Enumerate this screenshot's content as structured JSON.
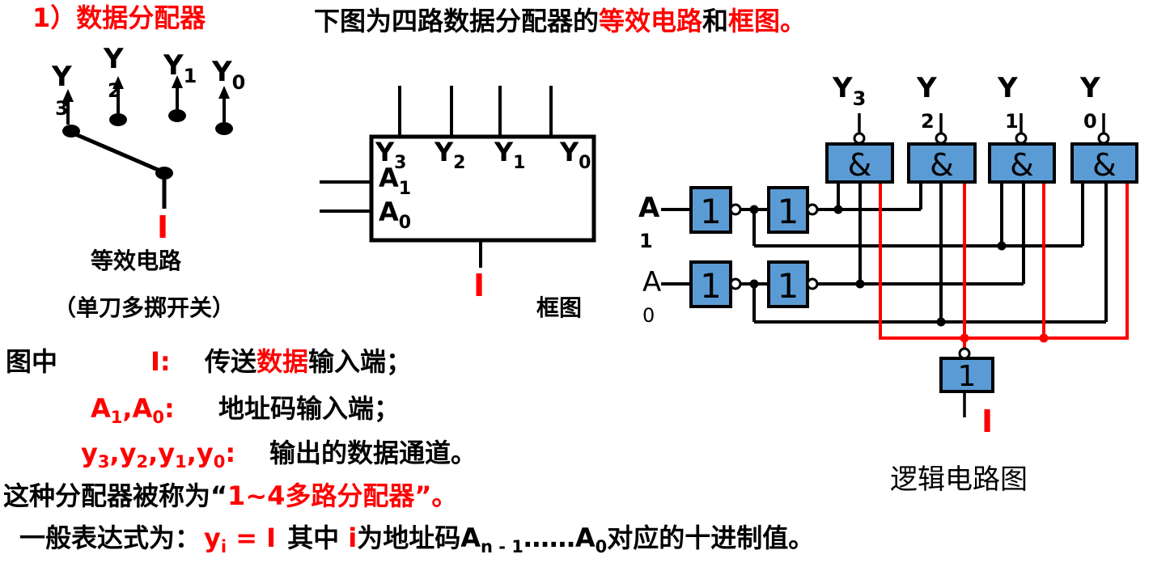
{
  "colors": {
    "red": "#ff0000",
    "blue": "#5b9bd5",
    "black": "#000000"
  },
  "title": "1）数据分配器",
  "header": {
    "part1": "下图为四路数据分配器的",
    "part2": "等效电路",
    "part3": "和",
    "part4": "框图。"
  },
  "equivalent_circuit": {
    "y3": "Y",
    "y3_sub": "3",
    "y2": "Y",
    "y2_sub": "2",
    "y1": "Y",
    "y1_sub": "1",
    "y0": "Y",
    "y0_sub": "0",
    "input": "I",
    "caption": "等效电路",
    "subcaption": "（单刀多掷开关）"
  },
  "block_diagram": {
    "y3": "Y",
    "y3_sub": "3",
    "y2": "Y",
    "y2_sub": "2",
    "y1": "Y",
    "y1_sub": "1",
    "y0": "Y",
    "y0_sub": "0",
    "a1": "A",
    "a1_sub": "1",
    "a0": "A",
    "a0_sub": "0",
    "input": "I",
    "caption": "框图"
  },
  "logic_diagram": {
    "y3": "Y",
    "y3_sub": "3",
    "y2": "Y",
    "y2_sub": "2",
    "y1": "Y",
    "y1_sub": "1",
    "y0": "Y",
    "y0_sub": "0",
    "a1": "A",
    "a1_sub": "1",
    "a0": "A",
    "a0_sub": "0",
    "and_symbol": "&",
    "not_symbol": "1",
    "input": "I",
    "caption": "逻辑电路图"
  },
  "notes": {
    "line1_label": "图中",
    "line1_term": "I:",
    "line1_t1": "传送",
    "line1_t2": "数据",
    "line1_t3": "输入端；",
    "line2_p1": "A",
    "line2_s1": "1",
    "line2_p2": ",A",
    "line2_s2": "0",
    "line2_p3": ":",
    "line2_desc": "地址码输入端；",
    "line3_p1": "y",
    "line3_s1": "3",
    "line3_p2": ",y",
    "line3_s2": "2",
    "line3_p3": ",y",
    "line3_s3": "1",
    "line3_p4": ",y",
    "line3_s4": "0",
    "line3_p5": ":",
    "line3_desc": "输出的数据通道。",
    "line4_black": "这种分配器被称为“",
    "line4_red": "1~4多路分配器”。",
    "line5_b1": "一般表达式为：",
    "line5_r1": "y",
    "line5_r1_sub": "i",
    "line5_r2": "= I",
    "line5_b2": "其中",
    "line5_r3": "i",
    "line5_b3": "为地址码A",
    "line5_s1": "n - 1",
    "line5_b4": "……A",
    "line5_s2": "0",
    "line5_b5": "对应的十进制值。"
  }
}
